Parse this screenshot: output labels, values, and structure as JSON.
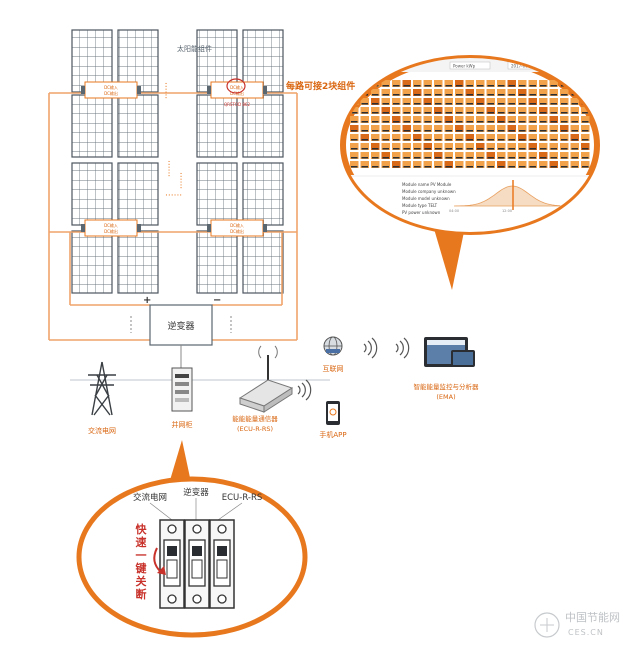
{
  "labels": {
    "solar_module": "太阳能组件",
    "dc_in": "DC输入",
    "dc_out": "DC输出",
    "rsd_tag": "QRSTOD 862",
    "per_channel": "每路可接2块组件",
    "inverter": "逆变器",
    "plus": "+",
    "minus": "−",
    "dots": "······",
    "ac_grid": "交流电网",
    "grid_cabinet": "并网柜",
    "ecu_line1": "能能能量通信器",
    "ecu_line2": "(ECU-R-RS)",
    "internet": "互联网",
    "mobile_app": "手机APP",
    "ema_line1": "智能能量监控与分析器",
    "ema_line2": "(EMA)"
  },
  "zoom": {
    "breaker_ac": "交流电网",
    "breaker_inv": "逆变器",
    "breaker_ecu": "ECU-R-RS",
    "quick_shutdown_chars": [
      "快",
      "速",
      "一",
      "键",
      "关",
      "断"
    ]
  },
  "monitor": {
    "bar_text_1": "Power kWp",
    "bar_text_2": "2017-06-01",
    "detail_rows": [
      "Module name   PV Module",
      "Module company   unknown",
      "Module model   unknown",
      "Module type   TELT",
      "PV power   unknown"
    ],
    "chart_ticks": [
      "04:00",
      "12:00",
      "20:00"
    ]
  },
  "watermark": {
    "cn": "中国节能网",
    "en": "CES.CN"
  },
  "colors": {
    "accent": "#e8781e",
    "panel": "#5a6670",
    "line": "#f0a46a",
    "text_orange": "#d9650f",
    "text_red": "#c8322b"
  }
}
